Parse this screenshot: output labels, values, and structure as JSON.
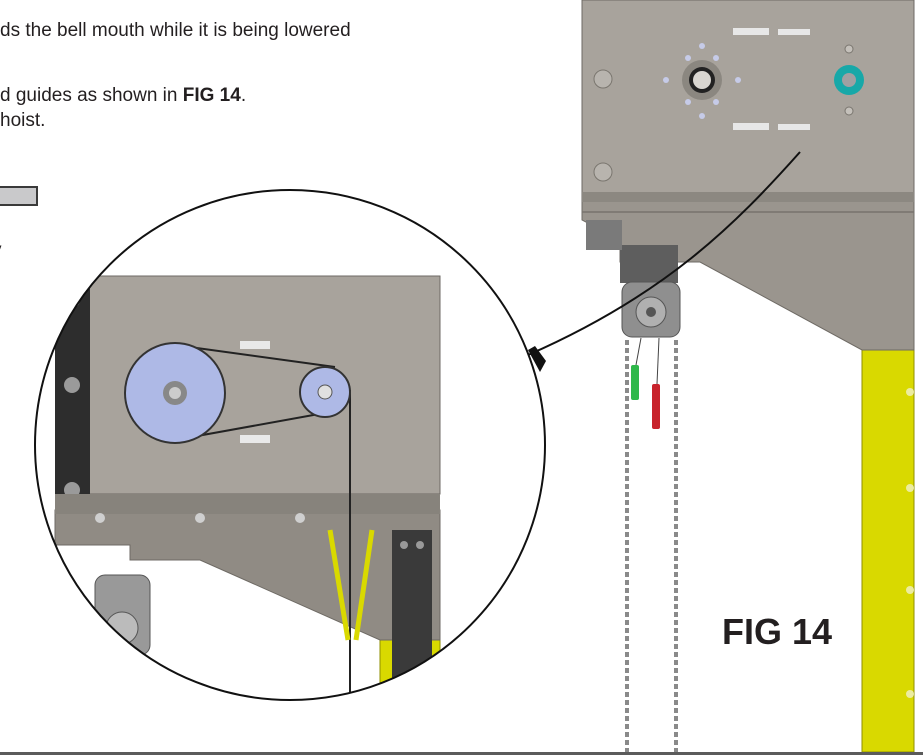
{
  "instructions": {
    "line1": "ds the bell mouth while it is being lowered",
    "line2_prefix": "d guides as shown in ",
    "line2_ref": "FIG 14",
    "line2_suffix": ".",
    "line3": "hoist.",
    "line4": "y"
  },
  "figure": {
    "label": "FIG 14"
  },
  "colors": {
    "panel_grey": "#a8a39c",
    "support_yellow": "#d9d900",
    "pulley_blue": "#aeb9e6",
    "accent_teal": "#17a8a8",
    "handle_green": "#2fb84a",
    "handle_red": "#c8232c"
  }
}
